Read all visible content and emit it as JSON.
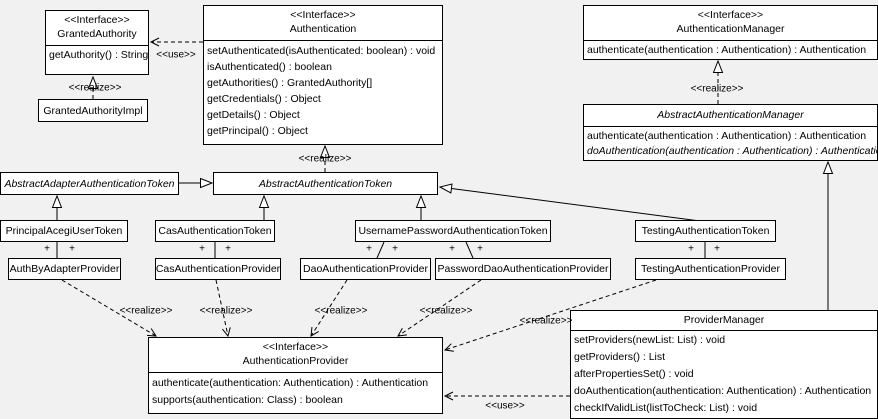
{
  "colors": {
    "background": "#f1f1f1",
    "box_fill": "#ffffff",
    "line": "#000000"
  },
  "classes": {
    "granted_authority": {
      "stereotype": "<<Interface>>",
      "name": "GrantedAuthority",
      "methods": [
        "getAuthority() : String"
      ]
    },
    "granted_authority_impl": {
      "name": "GrantedAuthorityImpl"
    },
    "authentication": {
      "stereotype": "<<Interface>>",
      "name": "Authentication",
      "methods": [
        "setAuthenticated(isAuthenticated: boolean) : void",
        "isAuthenticated() : boolean",
        "getAuthorities() : GrantedAuthority[]",
        "getCredentials() : Object",
        "getDetails() : Object",
        "getPrincipal() : Object"
      ]
    },
    "authentication_manager": {
      "stereotype": "<<Interface>>",
      "name": "AuthenticationManager",
      "methods": [
        "authenticate(authentication : Authentication) : Authentication"
      ]
    },
    "abstract_authentication_manager": {
      "name": "AbstractAuthenticationManager",
      "methods": [
        "authenticate(authentication : Authentication) : Authentication",
        "doAuthentication(authentication : Authentication) : Authentication"
      ]
    },
    "abstract_adapter_authentication_token": {
      "name": "AbstractAdapterAuthenticationToken"
    },
    "abstract_authentication_token": {
      "name": "AbstractAuthenticationToken"
    },
    "principal_acegi_user_token": {
      "name": "PrincipalAcegiUserToken"
    },
    "cas_authentication_token": {
      "name": "CasAuthenticationToken"
    },
    "username_password_authentication_token": {
      "name": "UsernamePasswordAuthenticationToken"
    },
    "testing_authentication_token": {
      "name": "TestingAuthenticationToken"
    },
    "auth_by_adapter_provider": {
      "name": "AuthByAdapterProvider"
    },
    "cas_authentication_provider": {
      "name": "CasAuthenticationProvider"
    },
    "dao_authentication_provider": {
      "name": "DaoAuthenticationProvider"
    },
    "password_dao_authentication_provider": {
      "name": "PasswordDaoAuthenticationProvider"
    },
    "testing_authentication_provider": {
      "name": "TestingAuthenticationProvider"
    },
    "authentication_provider": {
      "stereotype": "<<Interface>>",
      "name": "AuthenticationProvider",
      "methods": [
        "authenticate(authentication: Authentication) : Authentication",
        "supports(authentication: Class) : boolean"
      ]
    },
    "provider_manager": {
      "name": "ProviderManager",
      "methods": [
        "setProviders(newList: List) : void",
        "getProviders() : List",
        "afterPropertiesSet() : void",
        "doAuthentication(authentication: Authentication) : Authentication",
        "checkIfValidList(listToCheck: List) : void"
      ]
    }
  },
  "edge_labels": {
    "use": "<<use>>",
    "realize": "<<realize>>",
    "plus": "+"
  }
}
